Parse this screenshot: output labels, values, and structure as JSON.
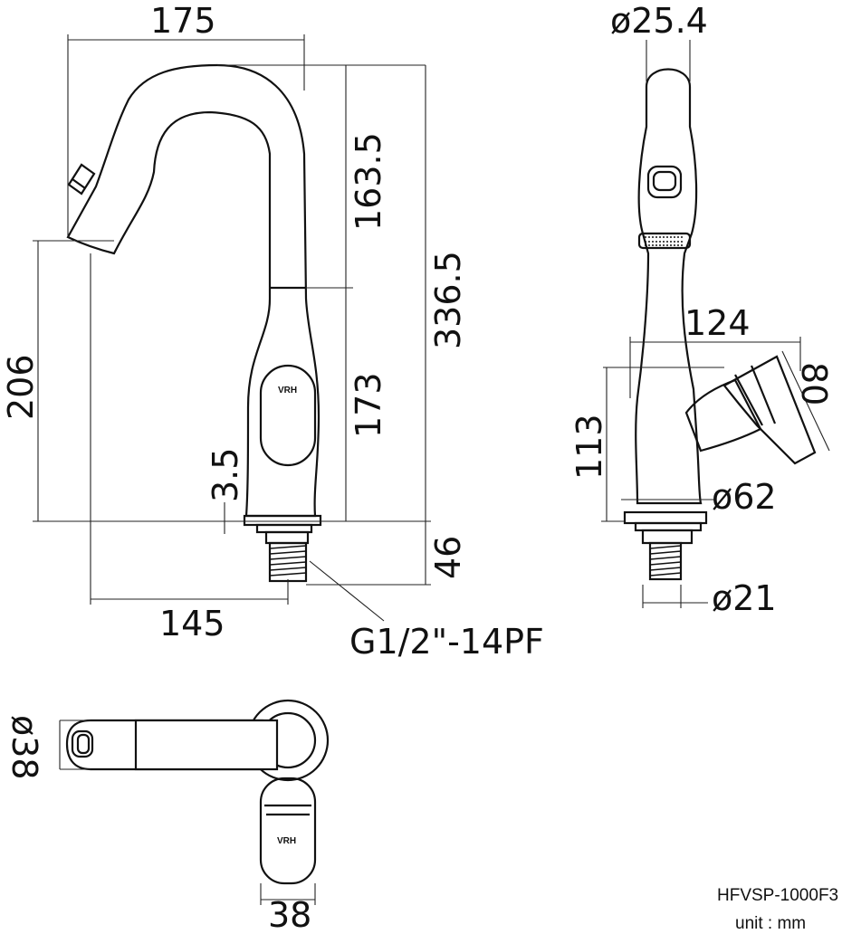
{
  "drawing": {
    "model": "HFVSP-1000F3",
    "unit_note": "unit : mm",
    "thread_spec": "G1/2\"-14PF",
    "logo_text": "VRH",
    "front_view": {
      "dim_width": "175",
      "dim_spout_height": "163.5",
      "dim_total_height": "336.5",
      "dim_outlet_height": "206",
      "dim_body_height": "173",
      "dim_base": "3.5",
      "dim_thread": "46",
      "dim_reach": "145"
    },
    "side_view": {
      "dim_spout_dia": "ø25.4",
      "dim_handle_span": "124",
      "dim_handle": "80",
      "dim_handle_height": "113",
      "dim_base_dia": "ø62",
      "dim_thread_dia": "ø21"
    },
    "top_view": {
      "dim_outlet_dia": "ø38",
      "dim_body_width": "38"
    }
  }
}
